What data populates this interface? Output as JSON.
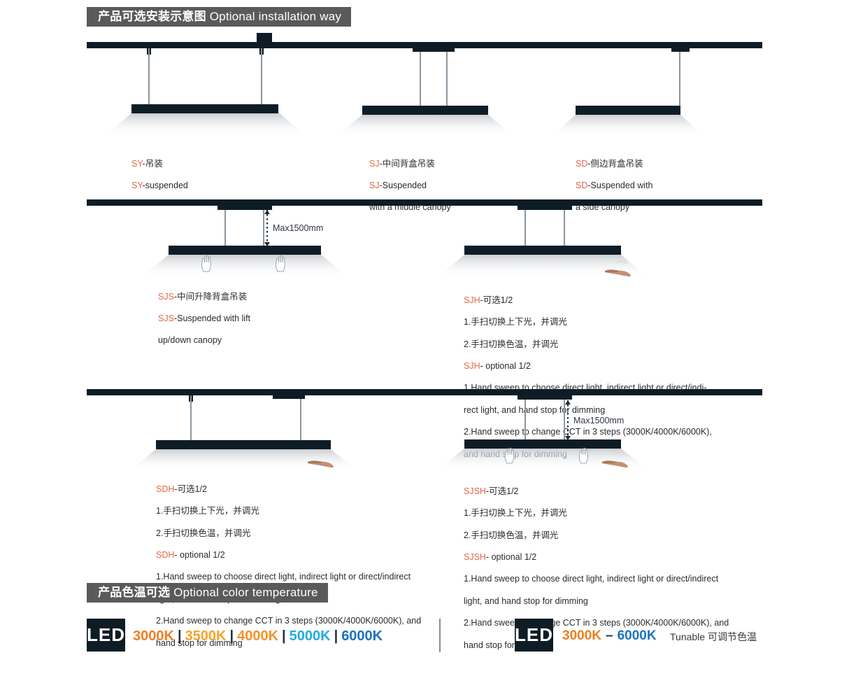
{
  "sections": {
    "installation": {
      "cn": "产品可选安装示意图",
      "en": "Optional installation way"
    },
    "color_temperature": {
      "cn": "产品色温可选",
      "en": "Optional color temperature"
    }
  },
  "accent_color": "#e2674a",
  "fixture_color": "#0e1c26",
  "header_bg": "#5a5a5a",
  "dimension_labels": {
    "sjs": "Max1500mm",
    "sjsh": "Max1500mm"
  },
  "diagrams": [
    {
      "id": "sy",
      "code": "SY",
      "caption_lines": [
        "SY-吊装",
        "SY-suspended"
      ]
    },
    {
      "id": "sj",
      "code": "SJ",
      "caption_lines": [
        "SJ-中间背盒吊装",
        "SJ-Suspended",
        "with a middle canopy"
      ]
    },
    {
      "id": "sd",
      "code": "SD",
      "caption_lines": [
        "SD-侧边背盒吊装",
        "SD-Suspended with",
        "a side canopy"
      ]
    },
    {
      "id": "sjs",
      "code": "SJS",
      "caption_lines": [
        "SJS-中间升降背盒吊装",
        "SJS-Suspended with lift",
        "up/down canopy"
      ]
    },
    {
      "id": "sjh",
      "code": "SJH",
      "caption_lines": [
        "SJH-可选1/2",
        "1.手扫切换上下光，并调光",
        "2.手扫切换色温，并调光",
        "SJH- optional 1/2",
        "1.Hand sweep to choose direct light, indirect light or direct/indi-",
        "rect light, and hand stop for dimming",
        "2.Hand sweep to change CCT in 3 steps (3000K/4000K/6000K),",
        "and hand stop for dimming"
      ]
    },
    {
      "id": "sdh",
      "code": "SDH",
      "caption_lines": [
        "SDH-可选1/2",
        "1.手扫切换上下光，并调光",
        "2.手扫切换色温，并调光",
        "SDH- optional 1/2",
        "1.Hand sweep to choose direct light, indirect light or direct/indirect",
        "light, and hand stop for dimming",
        "2.Hand sweep to change CCT in 3 steps (3000K/4000K/6000K), and",
        "hand stop for dimming"
      ]
    },
    {
      "id": "sjsh",
      "code": "SJSH",
      "caption_lines": [
        "SJSH-可选1/2",
        "1.手扫切换上下光，并调光",
        "2.手扫切换色温，并调光",
        "SJSH- optional 1/2",
        "1.Hand sweep to choose direct light, indirect light or direct/indirect",
        "light, and hand stop for dimming",
        "2.Hand sweep to change CCT in 3 steps (3000K/4000K/6000K), and",
        "hand stop for dimming"
      ]
    }
  ],
  "cct": {
    "badge_label": "LED",
    "fixed_steps": [
      {
        "value": "3000K",
        "color": "#f07f22"
      },
      {
        "value": "3500K",
        "color": "#f6a42a"
      },
      {
        "value": "4000K",
        "color": "#f59227"
      },
      {
        "value": "5000K",
        "color": "#24aae2"
      },
      {
        "value": "6000K",
        "color": "#1a74bd"
      }
    ],
    "separator": "|",
    "tunable_range": {
      "from": "3000K",
      "from_color": "#f07f22",
      "dash": "–",
      "to": "6000K",
      "to_color": "#1a74bd"
    },
    "tunable_note": "Tunable 可调节色温"
  }
}
